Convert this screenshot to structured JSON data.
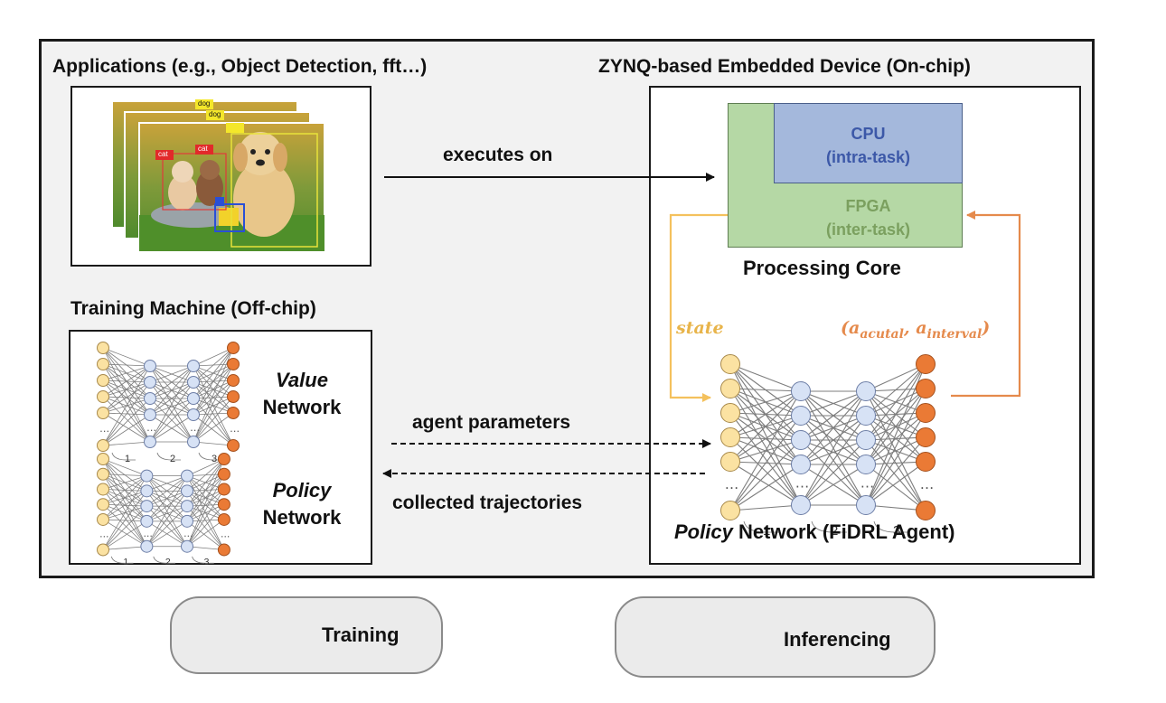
{
  "titles": {
    "applications": "Applications (e.g., Object Detection, fft…)",
    "device": "ZYNQ-based Embedded Device (On-chip)",
    "training_machine": "Training Machine (Off-chip)"
  },
  "image_labels": [
    "dog",
    "dog",
    "cat",
    "cat"
  ],
  "core": {
    "cpu_line1": "CPU",
    "cpu_line2": "(intra-task)",
    "fpga_line1": "FPGA",
    "fpga_line2": "(inter-task)",
    "caption": "Processing Core"
  },
  "arrows": {
    "executes_on": "executes on",
    "agent_parameters": "agent parameters",
    "collected_trajectories": "collected trajectories",
    "state": "state",
    "action_a": "a",
    "action_sub1": "acutal",
    "action_sub2": "interval"
  },
  "networks": {
    "value_italic": "Value",
    "value_rest": "Network",
    "policy_italic": "Policy",
    "policy_rest": "Network",
    "agent_italic": "Policy",
    "agent_rest": "Network (FiDRL Agent)",
    "layer_labels": [
      "1",
      "2",
      "3"
    ]
  },
  "legend": {
    "training": "Training",
    "inferencing": "Inferencing"
  },
  "colors": {
    "state_yellow": "#f4c15d",
    "action_orange": "#e58a4c",
    "input_node": "#fbe2a2",
    "hidden_node": "#d7e2f5",
    "output_node": "#ea7a35",
    "cpu_blue": "#a4b8dc",
    "fpga_green": "#b5d8a5"
  }
}
